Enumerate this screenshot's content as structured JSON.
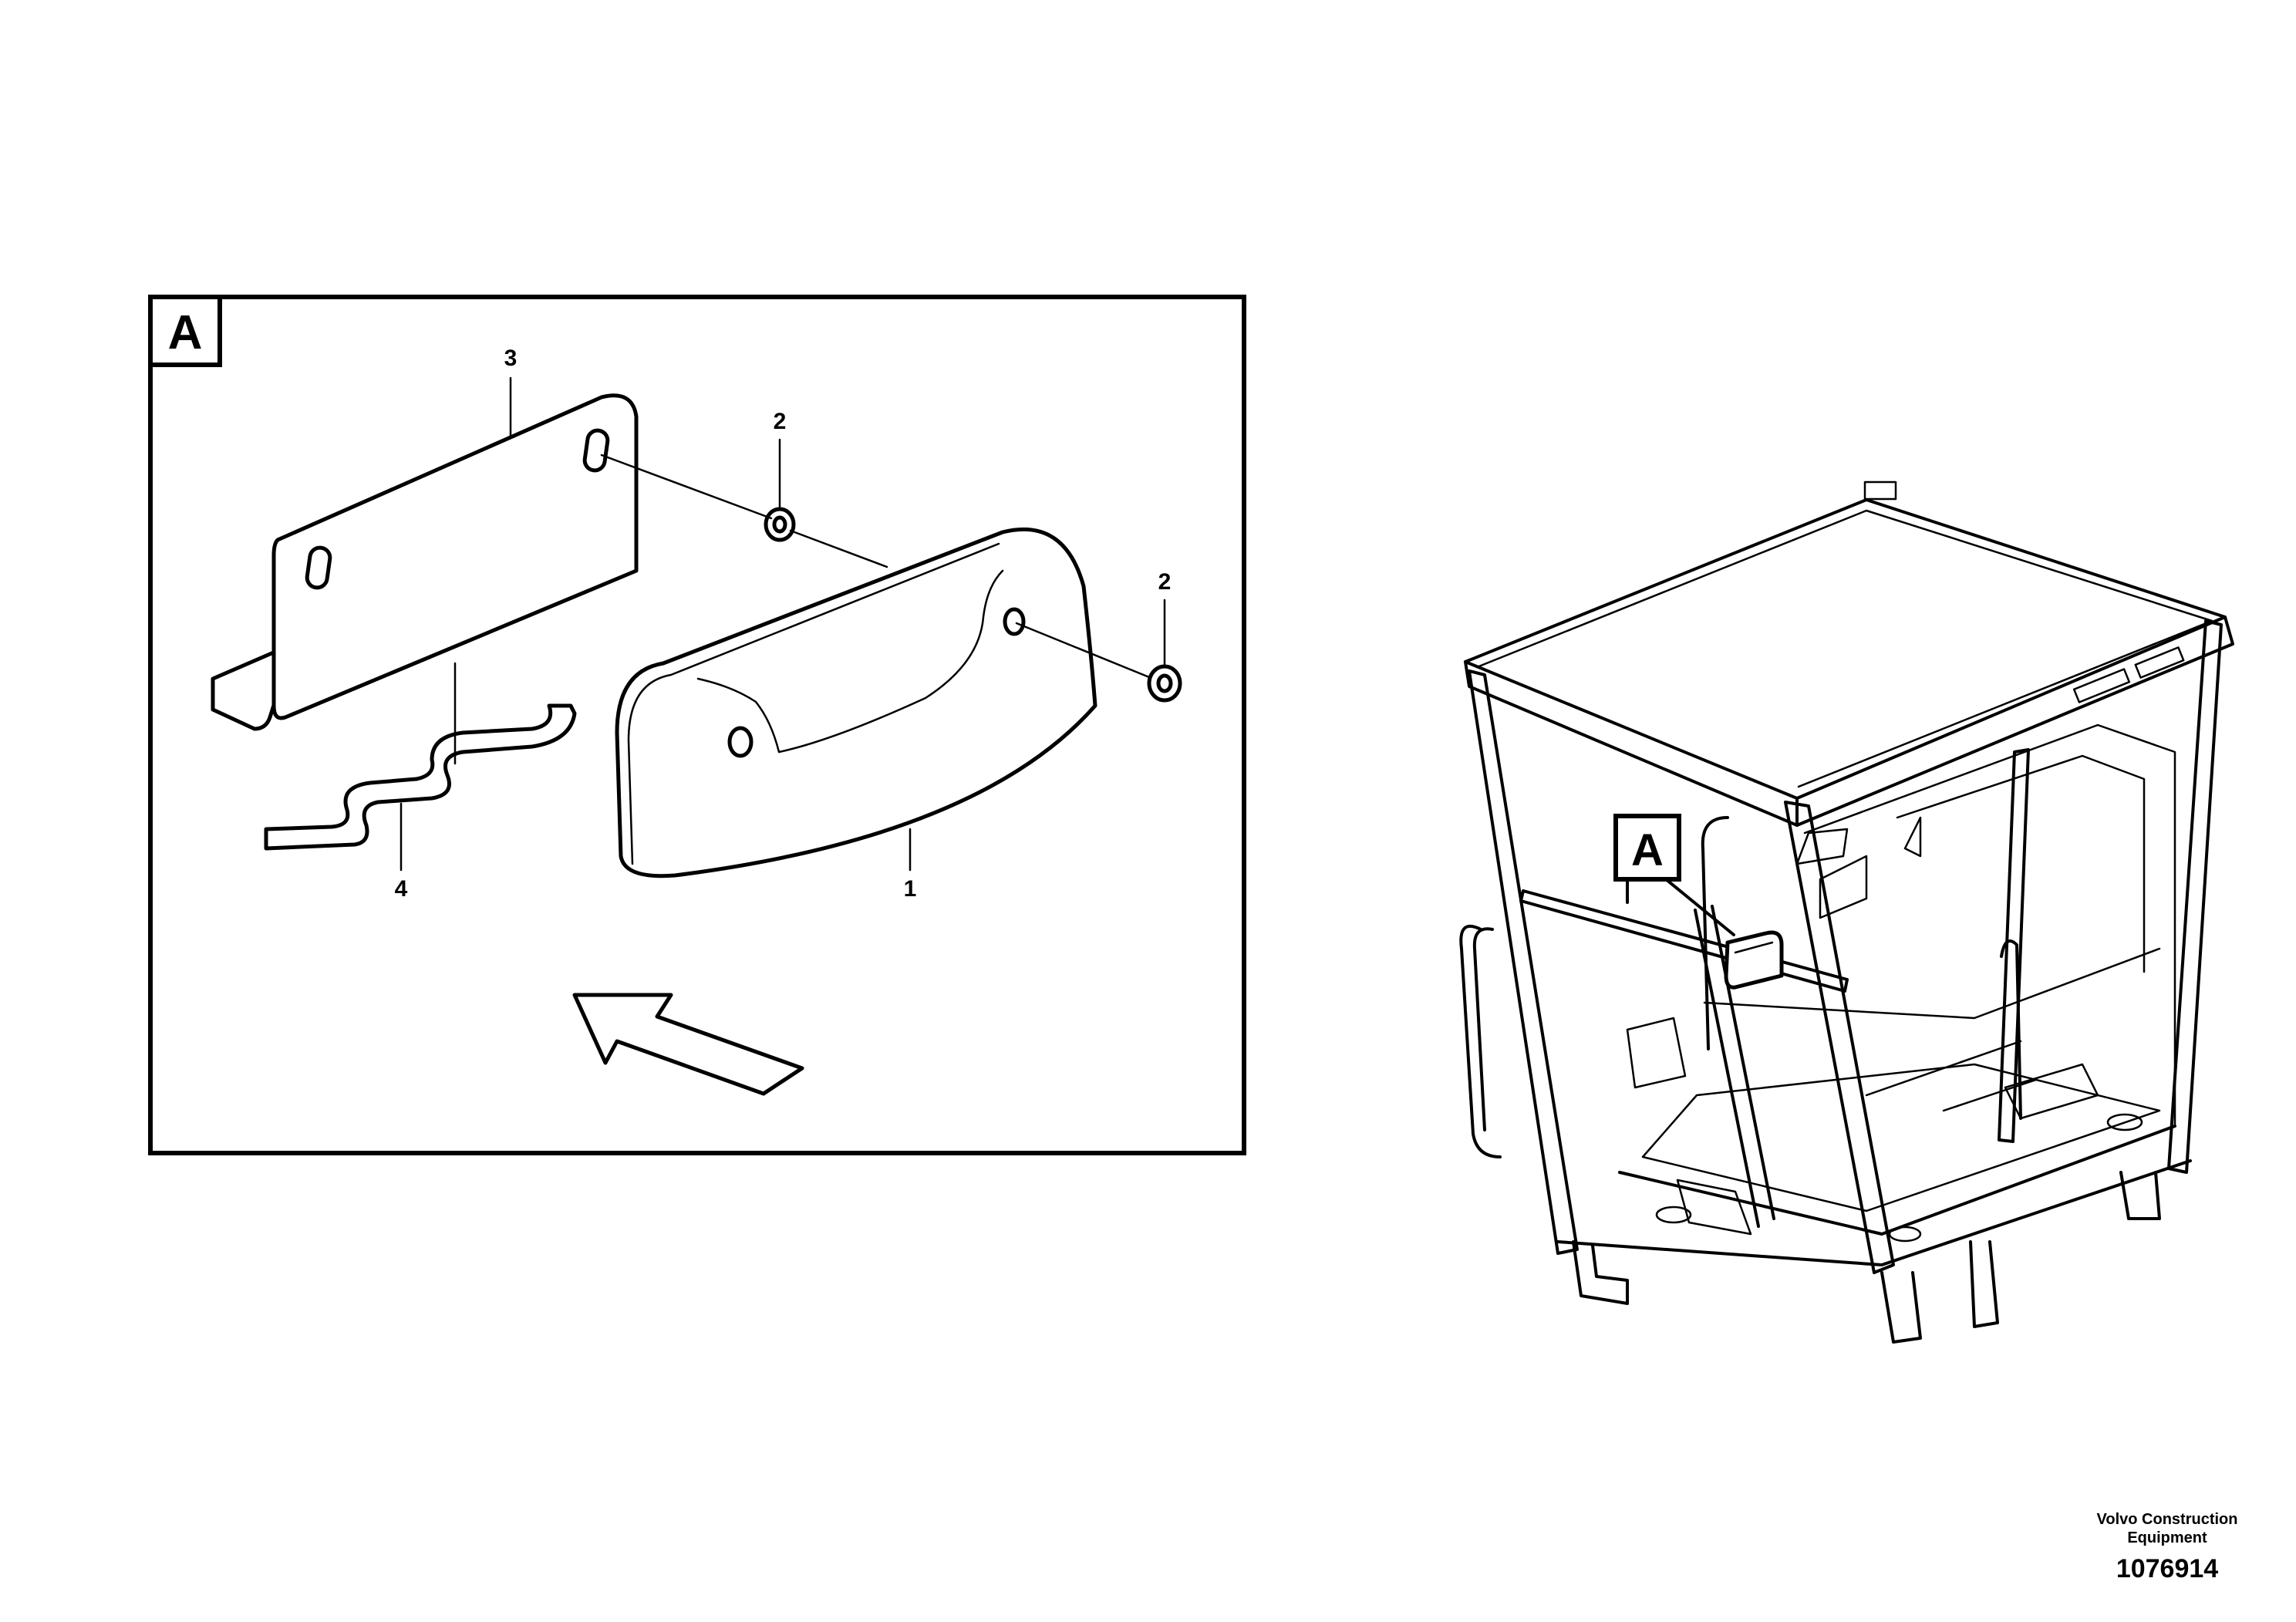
{
  "detail": {
    "view_label": "A",
    "callouts": [
      "1",
      "2",
      "2",
      "3",
      "4"
    ]
  },
  "overview": {
    "view_label": "A"
  },
  "footer": {
    "company_line1": "Volvo Construction",
    "company_line2": "Equipment",
    "drawing_number": "1076914"
  }
}
